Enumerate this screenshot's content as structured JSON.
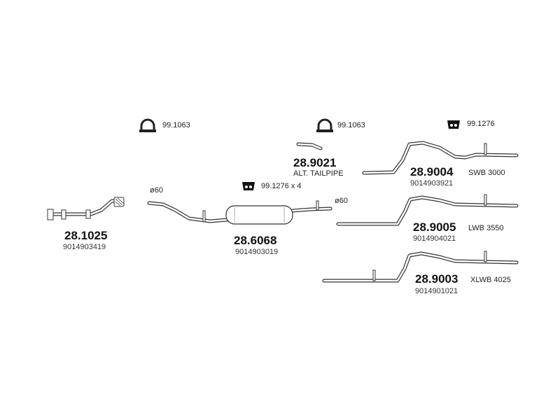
{
  "parts": {
    "clamp_a": {
      "code": "99.1063"
    },
    "clamp_b": {
      "code": "99.1063"
    },
    "hanger_top": {
      "code": "99.1276"
    },
    "hanger_mid": {
      "code": "99.1276 x 4"
    },
    "front_pipe": {
      "code": "28.1025",
      "oe": "9014903419"
    },
    "middle_silencer": {
      "code": "28.6068",
      "oe": "9014903019",
      "dia_left": "ø60",
      "dia_right": "ø60"
    },
    "alt_tailpipe": {
      "code": "28.9021",
      "desc": "ALT. TAILPIPE"
    },
    "tail_swb": {
      "code": "28.9004",
      "variant": "SWB 3000",
      "oe": "9014903921"
    },
    "tail_lwb": {
      "code": "28.9005",
      "variant": "LWB 3550",
      "oe": "9014904021"
    },
    "tail_xlwb": {
      "code": "28.9003",
      "variant": "XLWB 4025",
      "oe": "9014901021"
    }
  }
}
